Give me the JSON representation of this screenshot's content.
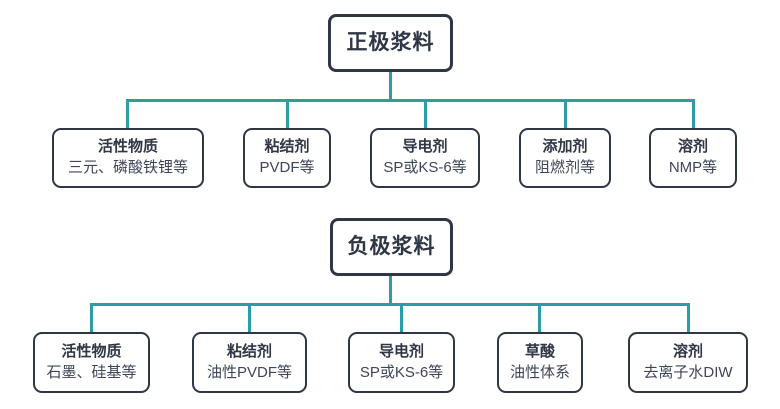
{
  "colors": {
    "connector": "#2A9DA6",
    "box_border": "#2F3644",
    "title_text": "#2F3644",
    "subtitle_text": "#3E4557",
    "background": "#FFFFFF"
  },
  "trees": [
    {
      "root": "正极浆料",
      "children": [
        {
          "title": "活性物质",
          "subtitle": "三元、磷酸铁锂等"
        },
        {
          "title": "粘结剂",
          "subtitle": "PVDF等"
        },
        {
          "title": "导电剂",
          "subtitle": "SP或KS-6等"
        },
        {
          "title": "添加剂",
          "subtitle": "阻燃剂等"
        },
        {
          "title": "溶剂",
          "subtitle": "NMP等"
        }
      ]
    },
    {
      "root": "负极浆料",
      "children": [
        {
          "title": "活性物质",
          "subtitle": "石墨、硅基等"
        },
        {
          "title": "粘结剂",
          "subtitle": "油性PVDF等"
        },
        {
          "title": "导电剂",
          "subtitle": "SP或KS-6等"
        },
        {
          "title": "草酸",
          "subtitle": "油性体系"
        },
        {
          "title": "溶剂",
          "subtitle": "去离子水DIW"
        }
      ]
    }
  ]
}
